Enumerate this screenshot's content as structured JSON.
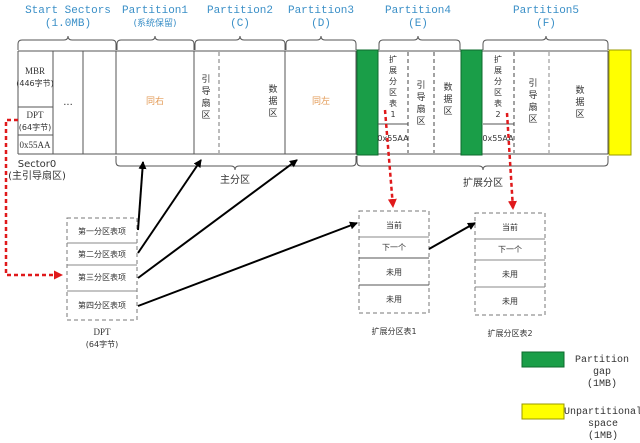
{
  "headers": {
    "start_sectors": {
      "line1": "Start Sectors",
      "line2": "(1.0MB)"
    },
    "p1": {
      "line1": "Partition1",
      "line2": "(系统保留)"
    },
    "p2": {
      "line1": "Partition2",
      "line2": "(C)"
    },
    "p3": {
      "line1": "Partition3",
      "line2": "(D)"
    },
    "p4": {
      "line1": "Partition4",
      "line2": "(E)"
    },
    "p5": {
      "line1": "Partition5",
      "line2": "(F)"
    }
  },
  "disk": {
    "mbr": {
      "line1": "MBR",
      "line2": "(446字节)"
    },
    "dpt": {
      "line1": "DPT",
      "line2": "(64字节)"
    },
    "sig": "0x55AA",
    "ellipsis": "···",
    "sector0": {
      "line1": "Sector0",
      "line2": "(主引导扇区)"
    },
    "p1_fill": "同右",
    "p3_fill": "同左",
    "boot": [
      "引",
      "导",
      "扇",
      "区"
    ],
    "data": [
      "数",
      "据",
      "区"
    ],
    "ebr1": [
      "扩",
      "展",
      "分",
      "区",
      "表",
      "1"
    ],
    "ebr2": [
      "扩",
      "展",
      "分",
      "区",
      "表",
      "2"
    ],
    "ebr_sig": "0x55AA"
  },
  "braces": {
    "primary": "主分区",
    "extended": "扩展分区"
  },
  "dpt_table": {
    "rows": [
      "第一分区表项",
      "第二分区表项",
      "第三分区表项",
      "第四分区表项"
    ],
    "caption": {
      "line1": "DPT",
      "line2": "(64字节)"
    }
  },
  "ebr_tables": [
    {
      "rows": [
        "当前",
        "下一个",
        "未用",
        "未用"
      ],
      "caption": "扩展分区表1"
    },
    {
      "rows": [
        "当前",
        "下一个",
        "未用",
        "未用"
      ],
      "caption": "扩展分区表2"
    }
  ],
  "legend": {
    "gap": {
      "line1": "Partition",
      "line2": "gap",
      "line3": "(1MB)",
      "color": "#1a9e48"
    },
    "unpart": {
      "line1": "Unpartitional",
      "line2": "space",
      "line3": "(1MB)",
      "color": "#ffff00"
    }
  },
  "colors": {
    "title": "#3a8fc7",
    "gap_green": "#1a9e48",
    "unpart_yellow": "#ffff00",
    "arrow_red": "#e0191b",
    "orange_text": "#e39a55"
  }
}
